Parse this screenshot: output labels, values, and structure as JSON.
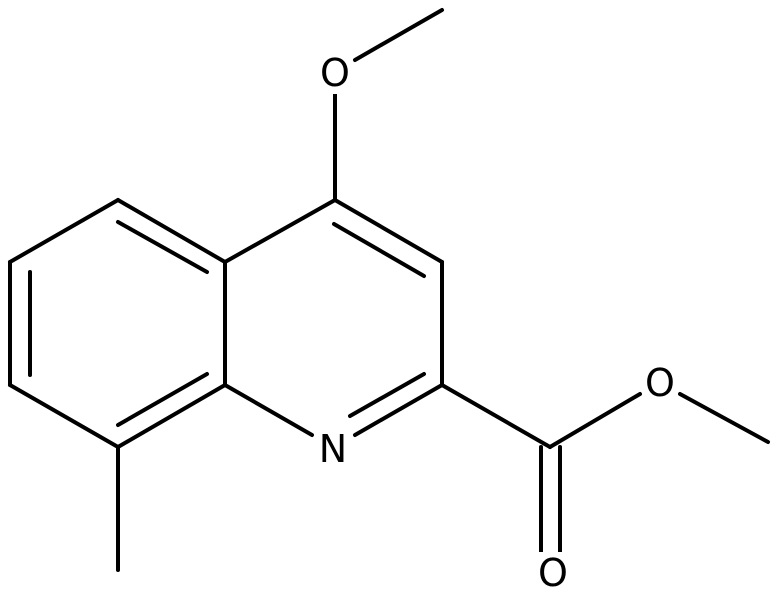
{
  "diagram": {
    "atoms": [
      {
        "id": "O_methoxy",
        "label": "O"
      },
      {
        "id": "N1",
        "label": "N"
      },
      {
        "id": "O_ester",
        "label": "O"
      },
      {
        "id": "O_carbonyl",
        "label": "O"
      }
    ]
  }
}
